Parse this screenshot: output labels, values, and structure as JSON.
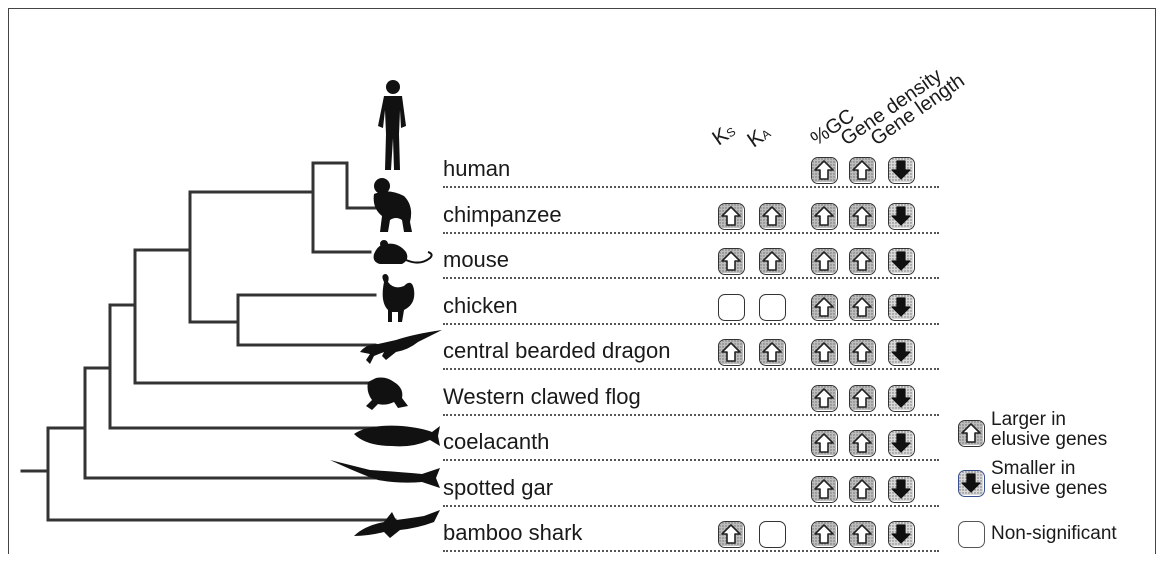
{
  "headers": {
    "ks_main": "K",
    "ks_sub": "S",
    "ka_main": "K",
    "ka_sub": "A",
    "gc": "%GC",
    "density": "Gene density",
    "length": "Gene length"
  },
  "species": [
    {
      "name": "human",
      "ks": "none",
      "ka": "none",
      "gc": "up",
      "density": "up",
      "length": "down",
      "icon": "human-icon"
    },
    {
      "name": "chimpanzee",
      "ks": "up",
      "ka": "up",
      "gc": "up",
      "density": "up",
      "length": "down",
      "icon": "chimpanzee-icon"
    },
    {
      "name": "mouse",
      "ks": "up",
      "ka": "up",
      "gc": "up",
      "density": "up",
      "length": "down",
      "icon": "mouse-icon"
    },
    {
      "name": "chicken",
      "ks": "ns",
      "ka": "ns",
      "gc": "up",
      "density": "up",
      "length": "down",
      "icon": "chicken-icon"
    },
    {
      "name": "central bearded dragon",
      "ks": "up",
      "ka": "up",
      "gc": "up",
      "density": "up",
      "length": "down",
      "icon": "lizard-icon"
    },
    {
      "name": "Western clawed flog",
      "ks": "none",
      "ka": "none",
      "gc": "up",
      "density": "up",
      "length": "down",
      "icon": "frog-icon"
    },
    {
      "name": "coelacanth",
      "ks": "none",
      "ka": "none",
      "gc": "up",
      "density": "up",
      "length": "down",
      "icon": "coelacanth-icon"
    },
    {
      "name": "spotted gar",
      "ks": "none",
      "ka": "none",
      "gc": "up",
      "density": "up",
      "length": "down",
      "icon": "gar-icon"
    },
    {
      "name": "bamboo shark",
      "ks": "up",
      "ka": "ns",
      "gc": "up",
      "density": "up",
      "length": "down",
      "icon": "shark-icon"
    }
  ],
  "legend": {
    "larger": {
      "line1": "Larger in",
      "line2": "elusive genes"
    },
    "smaller": {
      "line1": "Smaller in",
      "line2": "elusive genes"
    },
    "ns": "Non-significant"
  },
  "colors": {
    "up_fill": "#bdbdbd",
    "down_border": "#3a4f8f",
    "ink": "#111111"
  }
}
